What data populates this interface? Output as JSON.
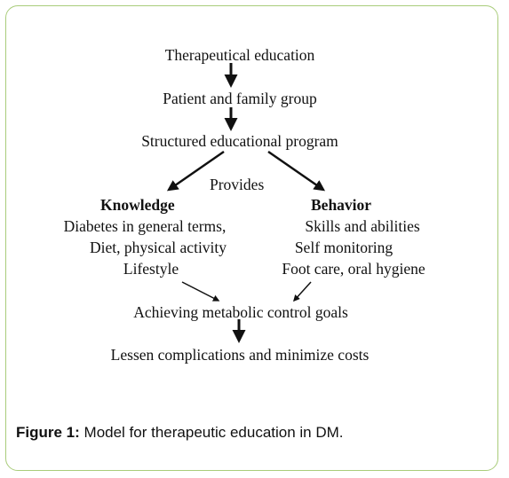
{
  "diagram": {
    "nodes": {
      "therapeutic": "Therapeutical education",
      "patient": "Patient and family group",
      "structured": "Structured educational program",
      "provides": "Provides",
      "knowledge_title": "Knowledge",
      "knowledge_items": [
        "Diabetes in general terms,",
        "Diet, physical activity",
        "Lifestyle"
      ],
      "behavior_title": "Behavior",
      "behavior_items": [
        "Skills and abilities",
        "Self monitoring",
        "Foot care, oral hygiene"
      ],
      "achieving": "Achieving metabolic control goals",
      "lessen": "Lessen complications and minimize costs"
    }
  },
  "caption": {
    "label": "Figure 1:",
    "text": "Model for therapeutic education in DM."
  }
}
